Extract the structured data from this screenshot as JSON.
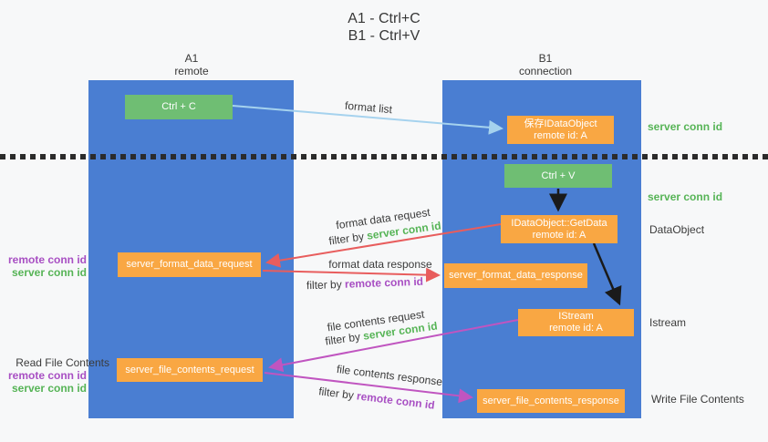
{
  "title": {
    "line1": "A1 - Ctrl+C",
    "line2": "B1 - Ctrl+V"
  },
  "columns": {
    "left": {
      "name": "A1",
      "subtitle": "remote"
    },
    "right": {
      "name": "B1",
      "subtitle": "connection"
    }
  },
  "boxes": {
    "ctrl_c": {
      "label": "Ctrl + C"
    },
    "save_idataobject": {
      "line1": "保存IDataObject",
      "line2": "remote id: A"
    },
    "ctrl_v": {
      "label": "Ctrl + V"
    },
    "getdata": {
      "line1": "IDataObject::GetData",
      "line2": "remote id: A"
    },
    "format_request": {
      "label": "server_format_data_request"
    },
    "format_response": {
      "label": "server_format_data_response"
    },
    "istream": {
      "line1": "IStream",
      "line2": "remote id: A"
    },
    "file_request": {
      "label": "server_file_contents_request"
    },
    "file_response": {
      "label": "server_file_contents_response"
    }
  },
  "flow_labels": {
    "format_list": "format list",
    "format_data_request": "format data request",
    "format_data_response": "format data response",
    "file_contents_request": "file contents request",
    "file_contents_response": "file contents response",
    "filter_by": "filter by ",
    "server_conn_id": "server conn id",
    "remote_conn_id": "remote conn id"
  },
  "side_labels": {
    "right_server_conn_1": "server conn id",
    "right_server_conn_2": "server conn id",
    "dataobject": "DataObject",
    "istream": "Istream",
    "write_file_contents": "Write File Contents",
    "read_file_contents": "Read File Contents",
    "left_remote_conn_1": "remote conn id",
    "left_server_conn_1": "server conn id",
    "left_remote_conn_2": "remote conn id",
    "left_server_conn_2": "server conn id"
  },
  "colors": {
    "column_blue": "#4a7ed2",
    "box_green": "#6fbe73",
    "box_orange": "#f9a743",
    "arrow_red": "#e85d5d",
    "arrow_magenta": "#c055c0",
    "arrow_light_blue": "#a5d2ee",
    "arrow_black": "#1a1a1a",
    "text_green": "#56b456",
    "text_purple": "#a84fc3"
  }
}
